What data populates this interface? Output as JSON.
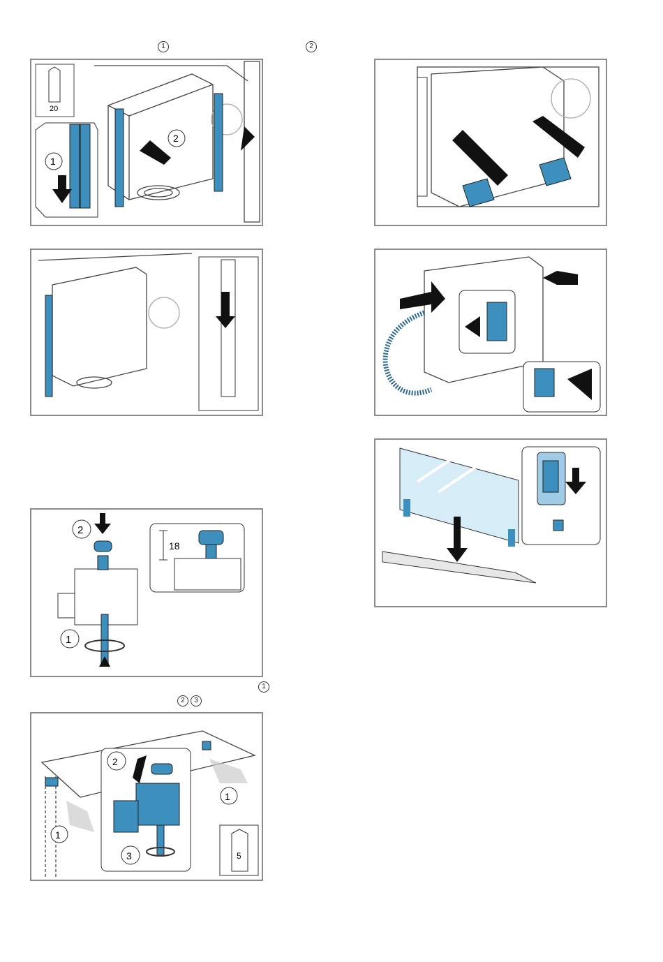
{
  "markers": {
    "top_1": "1",
    "top_2": "2",
    "mid_1": "1",
    "mid_2": "2",
    "mid_3": "3"
  },
  "panel1": {
    "tool_size": "20",
    "step_1": "1",
    "step_2": "2"
  },
  "panel5": {
    "step_2": "2",
    "step_1": "1",
    "dimension": "18"
  },
  "panel7": {
    "step_2": "2",
    "step_1a": "1",
    "step_1b": "1",
    "step_3": "3",
    "tool_size": "5"
  },
  "colors": {
    "accent_blue": "#3d8fbd",
    "light_blue": "#9fcbe6",
    "frame": "#8a8a8a"
  }
}
